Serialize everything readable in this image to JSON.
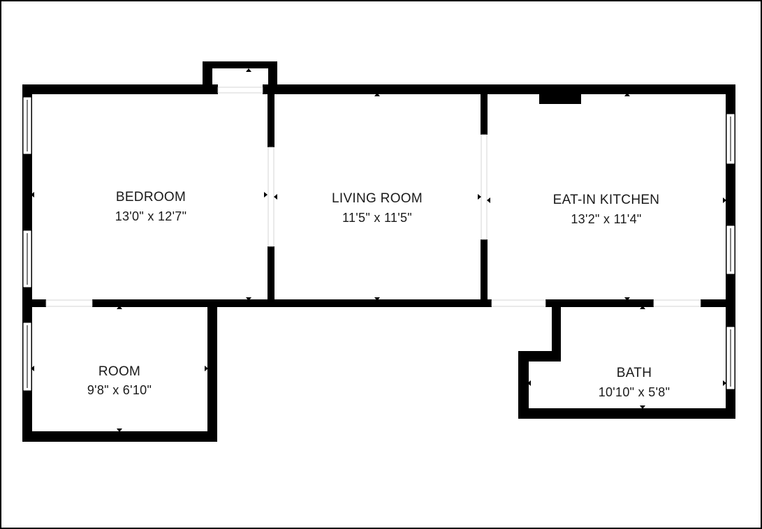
{
  "colors": {
    "wall": "#000000",
    "background": "#ffffff",
    "frame": "#000000",
    "text": "#1a1a1a"
  },
  "rooms": [
    {
      "id": "bedroom",
      "name": "BEDROOM",
      "dimensions": "13'0\" x 12'7\""
    },
    {
      "id": "living-room",
      "name": "LIVING ROOM",
      "dimensions": "11'5\" x 11'5\""
    },
    {
      "id": "eat-in-kitchen",
      "name": "EAT-IN KITCHEN",
      "dimensions": "13'2\" x 11'4\""
    },
    {
      "id": "room",
      "name": "ROOM",
      "dimensions": "9'8\" x 6'10\""
    },
    {
      "id": "bath",
      "name": "BATH",
      "dimensions": "10'10\" x 5'8\""
    }
  ]
}
